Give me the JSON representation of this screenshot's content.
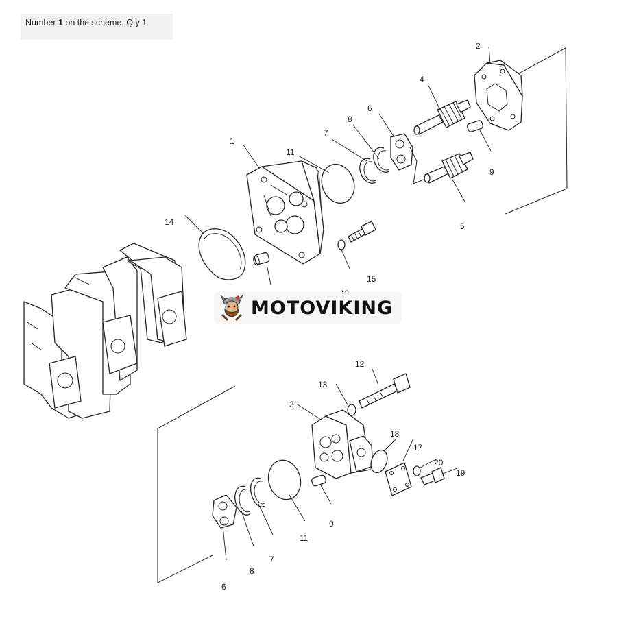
{
  "caption": {
    "prefix": "Number ",
    "number": "1",
    "suffix": " on the scheme, Qty 1"
  },
  "watermark": {
    "brand": "MOTOVIKING",
    "icon": "viking-mascot-icon"
  },
  "callouts": [
    "1",
    "2",
    "4",
    "6",
    "8",
    "7",
    "11",
    "9",
    "5",
    "14",
    "15",
    "10",
    "12",
    "13",
    "3",
    "18",
    "17",
    "20",
    "19",
    "11",
    "9",
    "8",
    "7",
    "6"
  ]
}
